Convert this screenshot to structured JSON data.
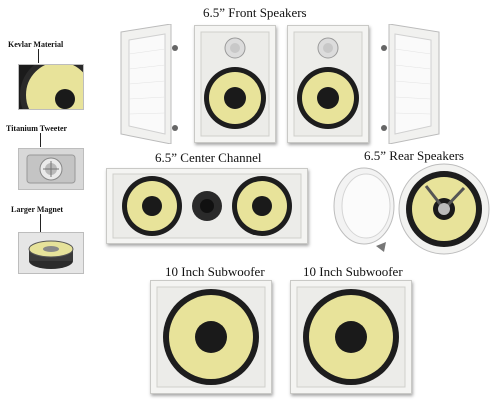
{
  "titles": {
    "front": "6.5” Front Speakers",
    "center": "6.5” Center Channel",
    "rear": "6.5” Rear Speakers",
    "sub_left": "10 Inch Subwoofer",
    "sub_right": "10 Inch Subwoofer"
  },
  "features": {
    "kevlar": "Kevlar Material",
    "tweeter": "Titanium Tweeter",
    "magnet": "Larger Magnet"
  },
  "colors": {
    "cone_yellow": "#e8e39a",
    "frame_white": "#f4f4f2",
    "woofer_black": "#151515"
  }
}
